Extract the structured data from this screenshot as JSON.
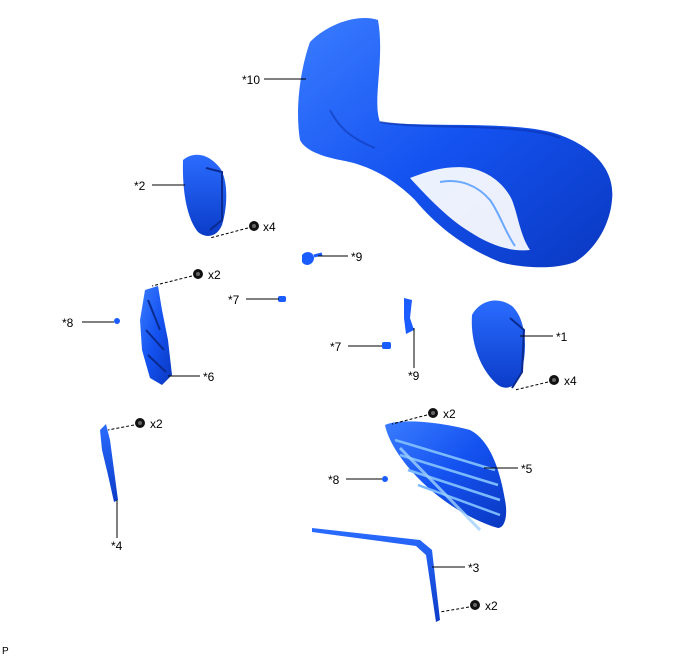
{
  "diagram": {
    "callouts": {
      "c10": "*10",
      "c2": "*2",
      "c1": "*1",
      "c9a": "*9",
      "c9b": "*9",
      "c7a": "*7",
      "c7b": "*7",
      "c8a": "*8",
      "c8b": "*8",
      "c6": "*6",
      "c5": "*5",
      "c4": "*4",
      "c3": "*3"
    },
    "quantities": {
      "q2": "x4",
      "q1": "x4",
      "q6": "x2",
      "q4": "x2",
      "q5": "x2",
      "q3": "x2"
    },
    "footer_code": "P"
  },
  "colors": {
    "part_fill": "#1a5cff",
    "part_dark": "#0a3cc8",
    "part_light": "#5a9cff",
    "line": "#000000"
  }
}
